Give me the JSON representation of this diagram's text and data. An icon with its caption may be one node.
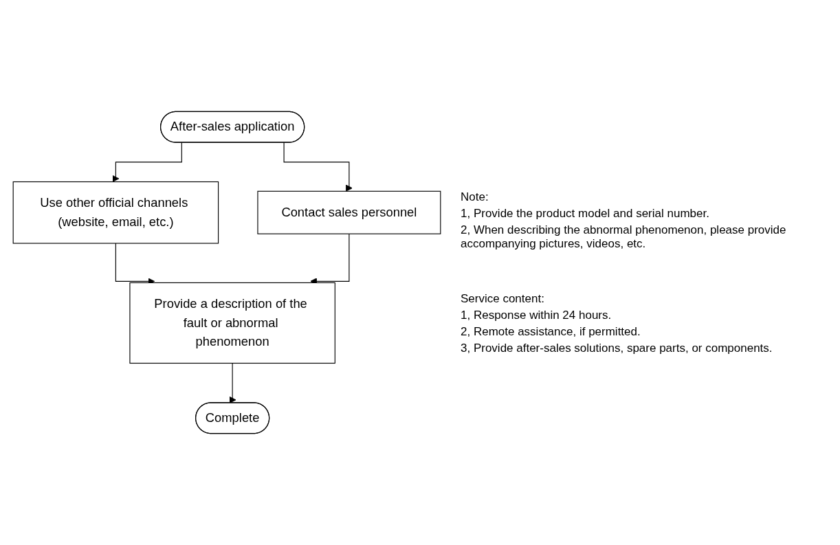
{
  "diagram": {
    "nodes": [
      {
        "text": [
          "After-sales application"
        ]
      },
      {
        "text": [
          "Contact sales personnel"
        ]
      },
      {
        "text": [
          "Use other official channels (website, email, etc.)"
        ]
      },
      {
        "text": [
          "Provide a description of the fault or abnormal phenomenon"
        ],
        "beside": [
          "Note:",
          "1, Provide the product model and serial number.",
          "2, When describing the abnormal phenomenon, please provide accompanying pictures, videos, etc."
        ]
      },
      {
        "text": [
          "Complete"
        ],
        "beside": [
          "Service content:",
          "1, Response within 24 hours.",
          "2, Remote assistance, if permitted.",
          "3, Provide after-sales solutions, spare parts, or components."
        ]
      }
    ],
    "edges": [
      {
        "from": 0,
        "to": 1,
        "arrow": "to"
      },
      {
        "from": 0,
        "to": 2,
        "arrow": "to"
      },
      {
        "from": 2,
        "to": 3,
        "arrow": "to"
      },
      {
        "from": 1,
        "to": 3,
        "arrow": "to"
      },
      {
        "from": 3,
        "to": 4,
        "arrow": "to"
      }
    ]
  }
}
